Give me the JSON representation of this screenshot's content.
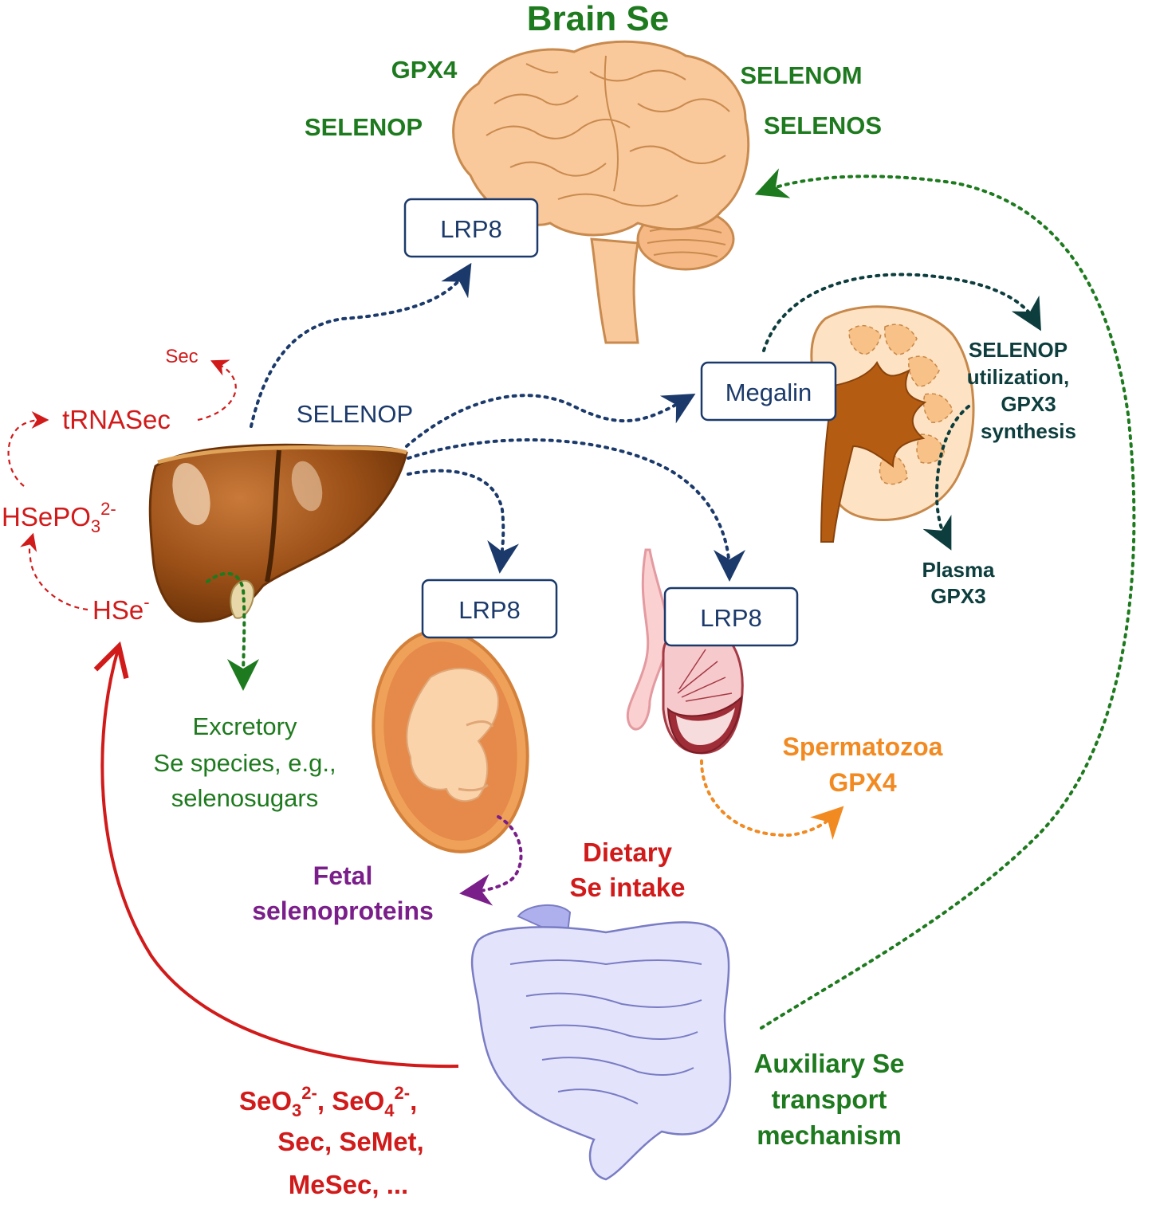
{
  "title": "Brain Se",
  "brain_selenoproteins": {
    "gpx4": "GPX4",
    "selenop": "SELENOP",
    "selenom": "SELENOM",
    "selenos": "SELENOS"
  },
  "receptors": {
    "brain": "LRP8",
    "kidney": "Megalin",
    "placenta": "LRP8",
    "testis": "LRP8"
  },
  "liver_output": "SELENOP",
  "kidney_text": {
    "line1": "SELENOP",
    "line2": "utilization,",
    "line3": "GPX3",
    "line4": "synthesis"
  },
  "plasma_text": {
    "line1": "Plasma",
    "line2": "GPX3"
  },
  "metabolism": {
    "sec": "Sec",
    "trnasec": "tRNASec",
    "hsepo3": "HSePO",
    "hsepo3_sub": "3",
    "hsepo3_sup": "2-",
    "hse": "HSe",
    "hse_sup": "-"
  },
  "excretory": {
    "line1": "Excretory",
    "line2": "Se species, e.g.,",
    "line3": "selenosugars"
  },
  "fetal": {
    "line1": "Fetal",
    "line2": "selenoproteins"
  },
  "sperm": {
    "line1": "Spermatozoa",
    "line2": "GPX4"
  },
  "dietary": {
    "line1": "Dietary",
    "line2": "Se intake"
  },
  "auxiliary": {
    "line1": "Auxiliary Se",
    "line2": "transport",
    "line3": "mechanism"
  },
  "species": {
    "seo3": "SeO",
    "seo3_sub": "3",
    "seo3_sup": "2-",
    "sep1": ", ",
    "seo4": "SeO",
    "seo4_sub": "4",
    "seo4_sup": "2-",
    "sep2": ",",
    "line2": "Sec, SeMet,",
    "line3": "MeSec, ..."
  },
  "colors": {
    "green": "#1e7a1e",
    "navy": "#1b3a6b",
    "red": "#d11a1a",
    "orange": "#f28a22",
    "purple": "#7a1f8a",
    "dark_teal": "#0d3d3d"
  },
  "icons": [
    "brain-illustration",
    "liver-illustration",
    "kidney-illustration",
    "fetus-illustration",
    "testis-illustration",
    "intestine-illustration"
  ]
}
